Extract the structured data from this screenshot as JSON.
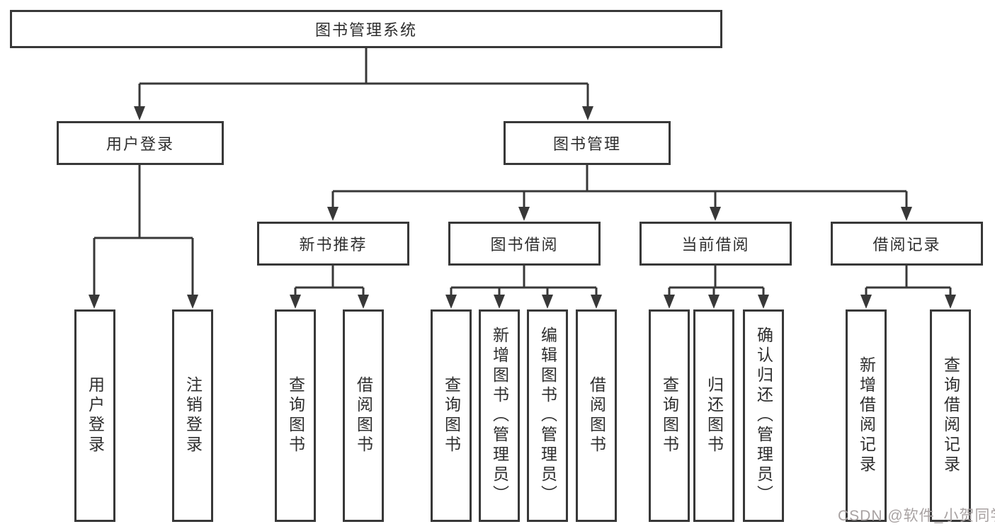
{
  "diagram": {
    "root": {
      "label": "图书管理系统"
    },
    "branches": [
      {
        "label": "用户登录",
        "leaves": [
          "用户登录",
          "注销登录"
        ]
      },
      {
        "label": "图书管理",
        "sections": [
          {
            "label": "新书推荐",
            "leaves": [
              "查询图书",
              "借阅图书"
            ]
          },
          {
            "label": "图书借阅",
            "leaves": [
              "查询图书",
              "新增图书（管理员）",
              "编辑图书（管理员）",
              "借阅图书"
            ]
          },
          {
            "label": "当前借阅",
            "leaves": [
              "查询图书",
              "归还图书",
              "确认归还（管理员）"
            ]
          },
          {
            "label": "借阅记录",
            "leaves": [
              "新增借阅记录",
              "查询借阅记录"
            ]
          }
        ]
      }
    ]
  },
  "watermark": {
    "text": "CSDN @软件_小贺同学"
  },
  "colors": {
    "line": "#383838",
    "box_border": "#383838",
    "box_bg": "#ffffff",
    "text": "#2e2e2e",
    "watermark": "#a8a2a2",
    "page_bg": "#ffffff"
  }
}
